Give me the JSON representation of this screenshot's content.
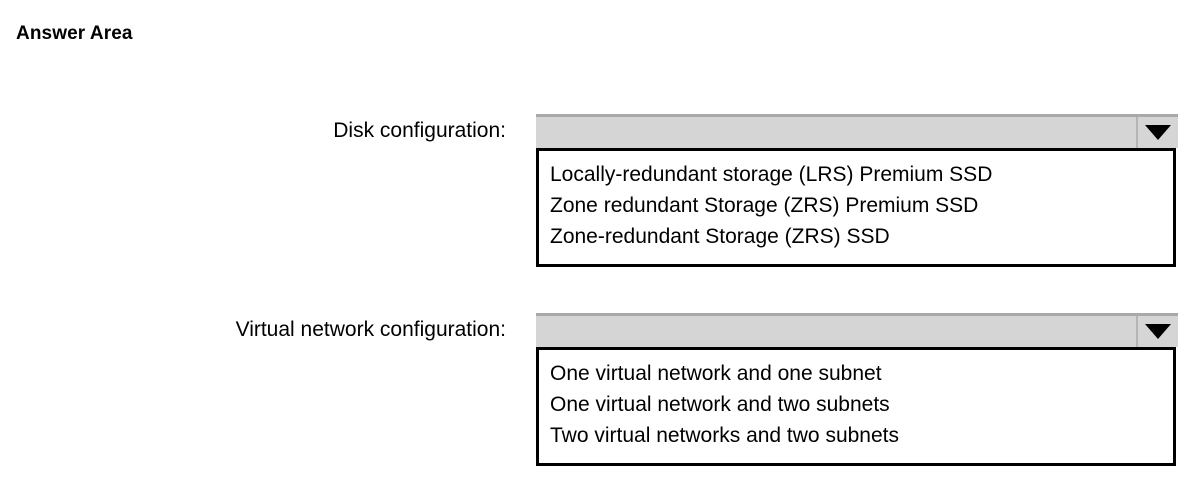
{
  "page": {
    "title": "Answer Area"
  },
  "colors": {
    "combo_fill": "#d5d5d5",
    "combo_top_border": "#a9a9a9",
    "list_border": "#000000",
    "page_background": "#ffffff",
    "text": "#000000"
  },
  "rows": [
    {
      "label": "Disk configuration:",
      "combo": {
        "selected_value": "",
        "placeholder": "",
        "caret_icon": "chevron-down-icon",
        "expanded": true
      },
      "options": [
        "Locally-redundant storage (LRS) Premium SSD",
        "Zone redundant Storage (ZRS) Premium SSD",
        "Zone-redundant Storage (ZRS) SSD"
      ]
    },
    {
      "label": "Virtual network configuration:",
      "combo": {
        "selected_value": "",
        "placeholder": "",
        "caret_icon": "chevron-down-icon",
        "expanded": true
      },
      "options": [
        "One virtual network and one subnet",
        "One virtual network and two subnets",
        "Two virtual networks and two subnets"
      ]
    }
  ]
}
